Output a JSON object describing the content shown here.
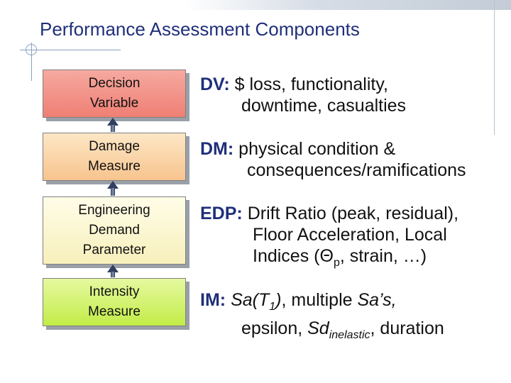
{
  "title": "Performance Assessment Components",
  "boxes": [
    {
      "lines": [
        "Decision",
        "Variable"
      ]
    },
    {
      "lines": [
        "Damage",
        "Measure"
      ]
    },
    {
      "lines": [
        "Engineering",
        "Demand",
        "Parameter"
      ]
    },
    {
      "lines": [
        "Intensity",
        "Measure"
      ]
    }
  ],
  "descriptions": {
    "dv": {
      "key": "DV:",
      "line1": "$ loss, functionality,",
      "line2": "downtime, casualties"
    },
    "dm": {
      "key": "DM:",
      "line1": "physical condition &",
      "line2": "consequences/ramifications"
    },
    "edp": {
      "key": "EDP:",
      "line1": "Drift Ratio (peak, residual),",
      "line2": "Floor Acceleration, Local",
      "line3_pre": "Indices (",
      "line3_theta": "Θ",
      "line3_sub": "p",
      "line3_post": ", strain, …)"
    },
    "im": {
      "key": "IM:",
      "sa": "Sa(T",
      "sa_sub": "1",
      "sa_close": ")",
      "line1_rest": ", multiple ",
      "sas": "Sa’s,",
      "line2_pre": "epsilon, ",
      "sd": "Sd",
      "sd_sub": "inelastic",
      "line2_post": ", duration"
    }
  },
  "colors": {
    "title": "#1f2f7a",
    "dv_box": "#ef7f74",
    "dm_box": "#f7c48e",
    "edp_box": "#f7efbb",
    "im_box": "#c2ec48",
    "arrow": "#6f7f9b"
  }
}
